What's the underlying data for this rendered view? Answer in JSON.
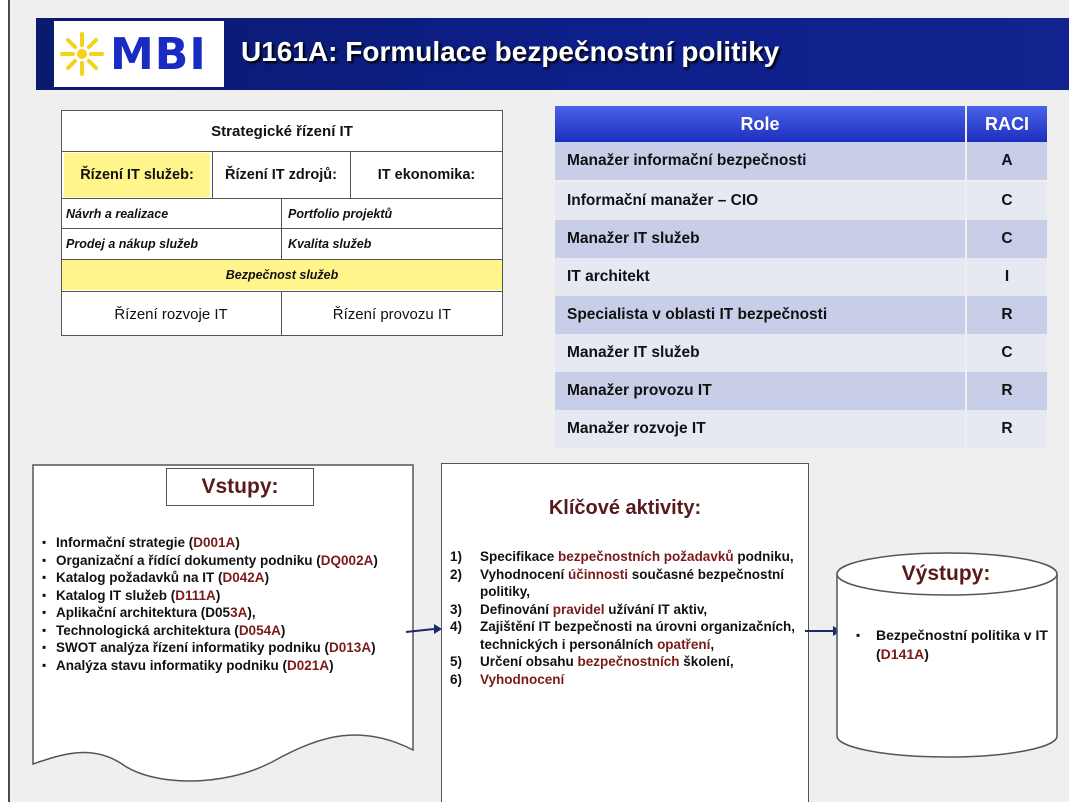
{
  "header": {
    "logo_text": "MBI",
    "title": "U161A: Formulace bezpečnostní politiky",
    "colors": {
      "bar": "#0d1f8a",
      "logo_text": "#1a2bc4",
      "star": "#f3d21a"
    }
  },
  "process_table": {
    "top": "Strategické řízení IT",
    "col1": "Řízení IT služeb:",
    "col2": "Řízení IT zdrojů:",
    "col3": "IT ekonomika:",
    "r1_left": "Návrh a realizace",
    "r1_right": "Portfolio projektů",
    "r2_left": "Prodej a nákup služeb",
    "r2_right": "Kvalita služeb",
    "security": "Bezpečnost služeb",
    "bottom_left": "Řízení rozvoje IT",
    "bottom_right": "Řízení provozu IT",
    "highlight_color": "#fff58a"
  },
  "raci": {
    "header_role": "Role",
    "header_raci": "RACI",
    "rows": [
      {
        "role": "Manažer informační bezpečnosti",
        "raci": "A"
      },
      {
        "role": "Informační manažer – CIO",
        "raci": "C"
      },
      {
        "role": "Manažer IT služeb",
        "raci": "C"
      },
      {
        "role": "IT architekt",
        "raci": "I"
      },
      {
        "role": "Specialista v oblasti IT bezpečnosti",
        "raci": "R"
      },
      {
        "role": "Manažer IT služeb",
        "raci": "C"
      },
      {
        "role": "Manažer provozu IT",
        "raci": "R"
      },
      {
        "role": "Manažer rozvoje IT",
        "raci": "R"
      }
    ]
  },
  "inputs": {
    "title": "Vstupy:",
    "items": [
      {
        "text": "Informační strategie (",
        "code": "D001A",
        "end": ")"
      },
      {
        "text": "Organizační a řídící dokumenty podniku (",
        "code": "DQ002A",
        "end": ")"
      },
      {
        "text": "Katalog požadavků na IT (",
        "code": "D042A",
        "end": ")"
      },
      {
        "text": "Katalog IT služeb (",
        "code": "D111A",
        "end": ")"
      },
      {
        "text": "Aplikační architektura (D05",
        "code": "3A",
        "end": "),",
        "plain_code": true
      },
      {
        "text": "Technologická architektura (",
        "code": "D054A",
        "end": ")"
      },
      {
        "text": "SWOT analýza řízení informatiky podniku (",
        "code": "D013A",
        "end": ")"
      },
      {
        "text": "Analýza stavu informatiky podniku (",
        "code": "D021A",
        "end": ")"
      }
    ]
  },
  "activities": {
    "title": "Klíčové aktivity:",
    "items": [
      {
        "num": "1)",
        "a": "Specifikace ",
        "r": "bezpečnostních požadavků",
        "b": " podniku,"
      },
      {
        "num": "2)",
        "a": "Vyhodnocení ",
        "r": "účinnosti",
        "b": " současné bezpečnostní politiky,"
      },
      {
        "num": "3)",
        "a": "Definování ",
        "r": "pravidel",
        "b": " užívání IT aktiv,"
      },
      {
        "num": "4)",
        "a": "Zajištění IT bezpečnosti na úrovni organizačních, technických i personálních ",
        "r": "opatření",
        "b": ","
      },
      {
        "num": "5)",
        "a": "Určení obsahu ",
        "r": "bezpečnostních",
        "b": " školení,"
      },
      {
        "num": "6)",
        "a": "",
        "r": "Vyhodnocení",
        "b": ""
      }
    ]
  },
  "outputs": {
    "title": "Výstupy:",
    "item_text": "Bezpečnostní politika v IT (",
    "item_code": "D141A",
    "item_end": ")"
  }
}
